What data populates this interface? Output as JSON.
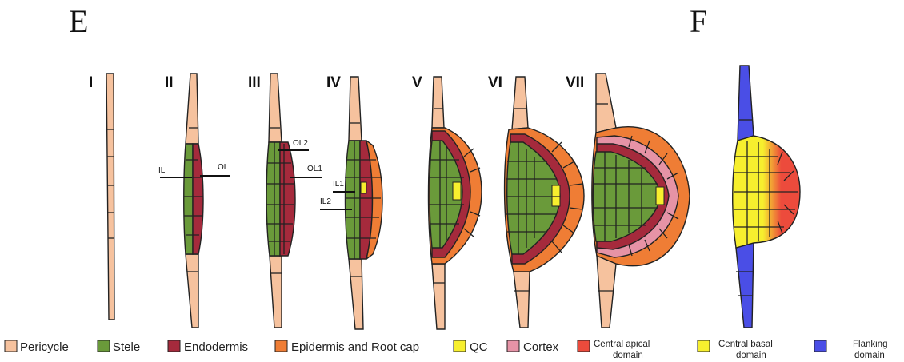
{
  "panels": {
    "left": "E",
    "right": "F"
  },
  "stages": [
    "I",
    "II",
    "III",
    "IV",
    "V",
    "VI",
    "VII"
  ],
  "layer_labels": {
    "il": "IL",
    "ol": "OL",
    "ol1": "OL1",
    "ol2": "OL2",
    "il1": "IL1",
    "il2": "IL2"
  },
  "legend": [
    {
      "label": "Pericycle",
      "color": "#f6c29e"
    },
    {
      "label": "Stele",
      "color": "#6a9a3a"
    },
    {
      "label": "Endodermis",
      "color": "#a52a3c"
    },
    {
      "label": "Epidermis and Root cap",
      "color": "#ef7d35"
    },
    {
      "label": "QC",
      "color": "#f7ef2e"
    },
    {
      "label": "Cortex",
      "color": "#e693a6"
    }
  ],
  "legend_domains": [
    {
      "line1": "Central apical",
      "line2": "domain",
      "color": "#ec4b3c"
    },
    {
      "line1": "Central basal",
      "line2": "domain",
      "color": "#f7ef2e"
    },
    {
      "line1": "Flanking",
      "line2": "domain",
      "color": "#4a4ee6"
    }
  ],
  "colors": {
    "pericycle": "#f6c29e",
    "stele": "#6a9a3a",
    "endodermis": "#a52a3c",
    "epidermis": "#ef7d35",
    "qc": "#f7ef2e",
    "cortex": "#e693a6",
    "apical": "#ec4b3c",
    "basal": "#f7ef2e",
    "flanking": "#4a4ee6"
  }
}
